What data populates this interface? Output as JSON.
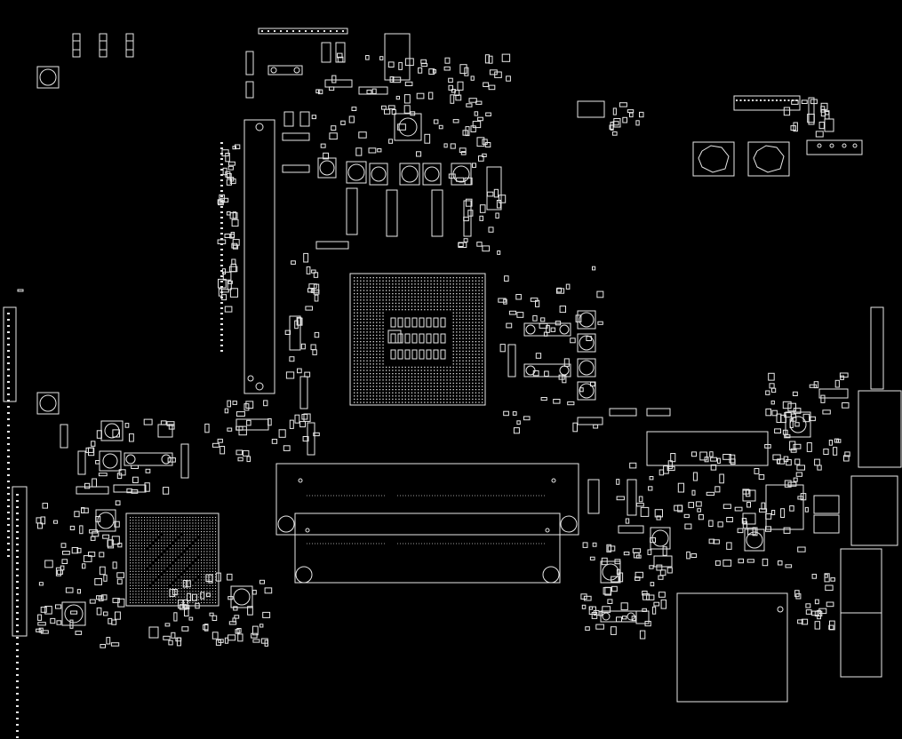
{
  "colors": {
    "background": "#000000",
    "outline": "#e8e8e8"
  },
  "components": [
    "bga-cpu",
    "bga-chipset",
    "dimm-slot-upper",
    "dimm-slot-lower",
    "power-inductors",
    "capacitor-array",
    "io-connectors-right",
    "edge-connectors-left",
    "ic-bottom-right",
    "ffc-connector-top-right"
  ]
}
